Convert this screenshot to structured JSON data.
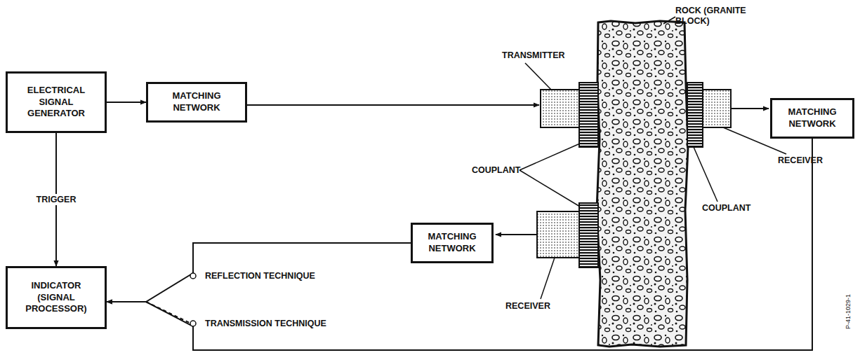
{
  "diagram": {
    "nodes": [
      {
        "text": [
          "ELECTRICAL SIGNAL GENERATOR"
        ]
      },
      {
        "text": [
          "MATCHING NETWORK"
        ]
      },
      {
        "text": [
          "MATCHING NETWORK"
        ]
      },
      {
        "text": [
          "MATCHING NETWORK"
        ]
      },
      {
        "text": [
          "INDICATOR (SIGNAL PROCESSOR)"
        ]
      }
    ],
    "edges": [
      {
        "from": 0,
        "to": 1,
        "arrow": "to"
      },
      {
        "from": 0,
        "to": 4,
        "label": "TRIGGER",
        "arrow": "to"
      },
      {
        "from": 3,
        "to": 4,
        "arrow": "to"
      },
      {
        "from": 2,
        "to": 4,
        "arrow": "to"
      }
    ],
    "labels": [
      "TRANSMITTER",
      "ROCK (GRANITE BLOCK)",
      "COUPLANT",
      "COUPLANT",
      "RECEIVER",
      "RECEIVER",
      "REFLECTION TECHNIQUE",
      "TRANSMISSION TECHNIQUE",
      "P-41-1029-1"
    ]
  }
}
